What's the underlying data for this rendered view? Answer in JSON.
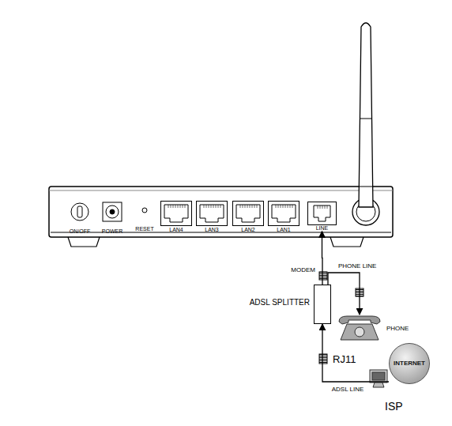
{
  "diagram": {
    "nodes": [
      {
        "text": [
          "LINE"
        ]
      },
      {
        "text": [
          "ADSL SPLITTER"
        ]
      },
      {
        "text": [
          "PHONE"
        ]
      },
      {
        "text": [
          "INTERNET",
          "ISP"
        ]
      }
    ],
    "edges": [
      {
        "from": 1,
        "to": 0,
        "arrow": "to",
        "label": "MODEM"
      },
      {
        "from": 1,
        "to": 2,
        "arrow": "to",
        "label": "PHONE LINE"
      },
      {
        "from": 3,
        "to": 1,
        "arrow": "to",
        "label": "ADSL LINE"
      }
    ],
    "labels": [
      "ON/OFF",
      "POWER",
      "RESET",
      "LAN4",
      "LAN3",
      "LAN2",
      "LAN1",
      "RJ11"
    ]
  }
}
